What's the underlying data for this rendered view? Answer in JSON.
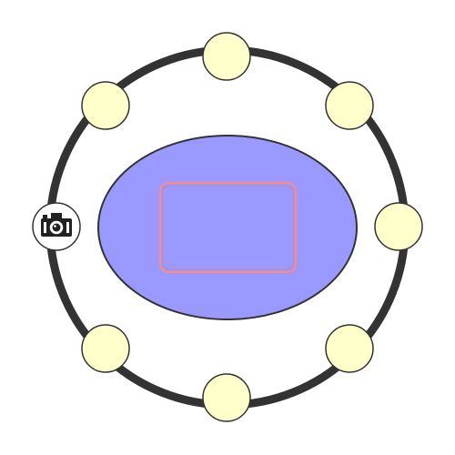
{
  "colors": {
    "background": "#ffffff",
    "ring": "#333333",
    "node_fill": "#ffffcc",
    "node_stroke": "#333333",
    "center_fill": "#9999ff",
    "center_stroke": "#333333",
    "inner_box_stroke": "#ff8888",
    "inner_box_inner_stroke": "#cc8888"
  },
  "nodes": [
    {
      "id": "top",
      "icon": null
    },
    {
      "id": "top-right",
      "icon": null
    },
    {
      "id": "right",
      "icon": null
    },
    {
      "id": "bottom-right",
      "icon": null
    },
    {
      "id": "bottom",
      "icon": null
    },
    {
      "id": "bottom-left",
      "icon": null
    },
    {
      "id": "left",
      "icon": "camera-icon"
    },
    {
      "id": "top-left",
      "icon": null
    }
  ]
}
